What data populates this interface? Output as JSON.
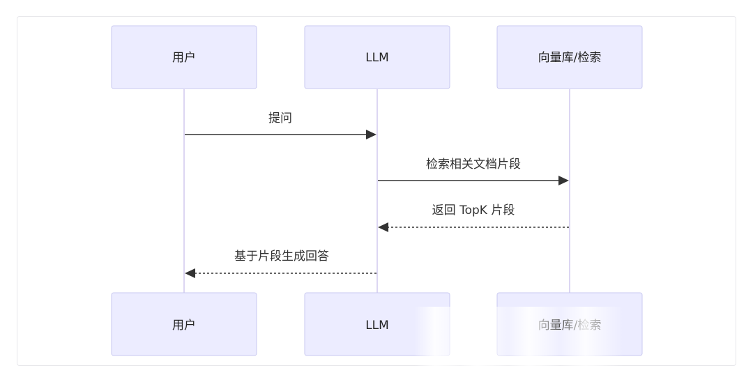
{
  "diagram": {
    "participants": [
      {
        "id": "user",
        "label": "用户"
      },
      {
        "id": "llm",
        "label": "LLM"
      },
      {
        "id": "vec",
        "label": "向量库/检索"
      }
    ],
    "messages": [
      {
        "from": "user",
        "to": "llm",
        "label": "提问",
        "style": "solid"
      },
      {
        "from": "llm",
        "to": "vec",
        "label": "检索相关文档片段",
        "style": "solid"
      },
      {
        "from": "vec",
        "to": "llm",
        "label": "返回 TopK 片段",
        "style": "dashed"
      },
      {
        "from": "llm",
        "to": "user",
        "label": "基于片段生成回答",
        "style": "dashed"
      }
    ]
  },
  "colors": {
    "actor_fill": "#ececff",
    "actor_border": "#c9c9f0",
    "lifeline": "#dcd6f2",
    "arrow": "#333333"
  }
}
